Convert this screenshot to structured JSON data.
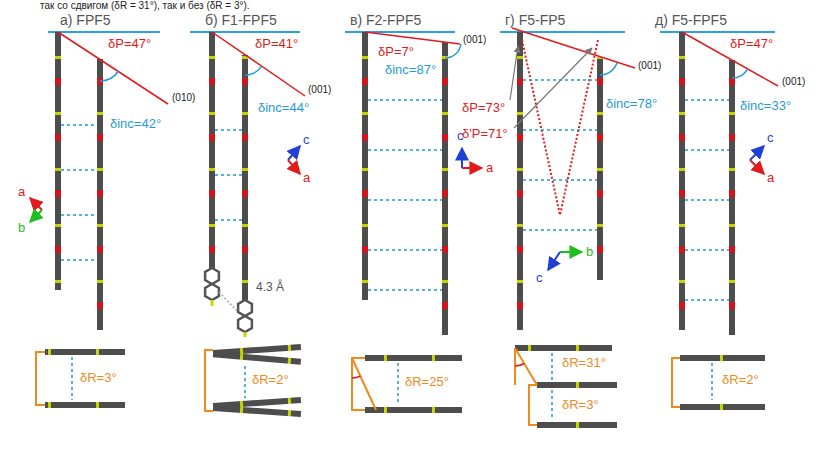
{
  "diagram": {
    "labels": [
      "так со сдвигом (δR = 31°), так и без (δR = 3°).",
      "а) FPF5",
      "δP=47°",
      "(010)",
      "δinc=42°",
      "a",
      "b",
      "δR=3°",
      "б) F1-FPF5",
      "δP=41°",
      "(001)",
      "δinc=44°",
      "c",
      "a",
      "4.3 Å",
      "δR=2°",
      "в) F2-FPF5",
      "δP=7°",
      "(001)",
      "δinc=87°",
      "c",
      "a",
      "δR=25°",
      "г) F5-FP5",
      "δP=73°",
      "δ'P=71°",
      "(001)",
      "δinc=78°",
      "b",
      "c",
      "δR=31°",
      "δR=3°",
      "д) F5-FPF5",
      "δP=47°",
      "(001)",
      "δinc=33°",
      "c",
      "a",
      "δR=2°"
    ]
  }
}
